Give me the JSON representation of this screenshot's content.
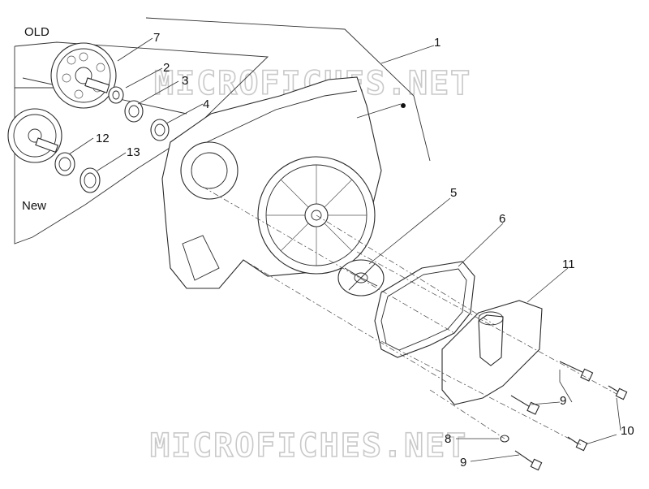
{
  "labels": {
    "old": "OLD",
    "new": "New",
    "p1": "1",
    "p2": "2",
    "p3": "3",
    "p4": "4",
    "p5": "5",
    "p6": "6",
    "p7": "7",
    "p8": "8",
    "p9a": "9",
    "p9b": "9",
    "p10": "10",
    "p11": "11",
    "p12": "12",
    "p13": "13",
    "dot": "•"
  },
  "watermark": {
    "top": "MICROFICHES.NET",
    "bottom": "MICROFICHES.NET"
  },
  "colors": {
    "line": "#2a2a2a",
    "watermark": "#c9c9c9"
  }
}
